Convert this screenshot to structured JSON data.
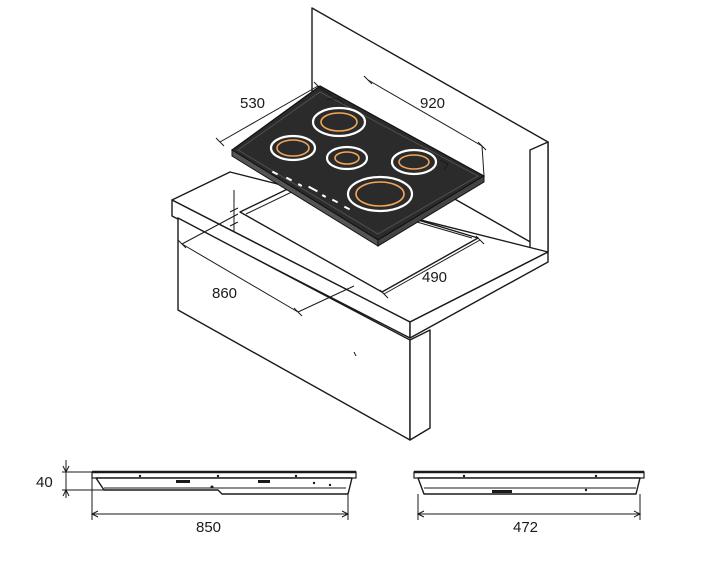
{
  "dimensions": {
    "hob_depth": "530",
    "hob_width": "920",
    "cutout_depth": "490",
    "cutout_width": "860",
    "hob_height": "40",
    "side_width": "850",
    "front_depth": "472"
  },
  "colors": {
    "line": "#1a1a1a",
    "glass": "#2b2b2b",
    "zone_glow": "#f3a55a"
  }
}
